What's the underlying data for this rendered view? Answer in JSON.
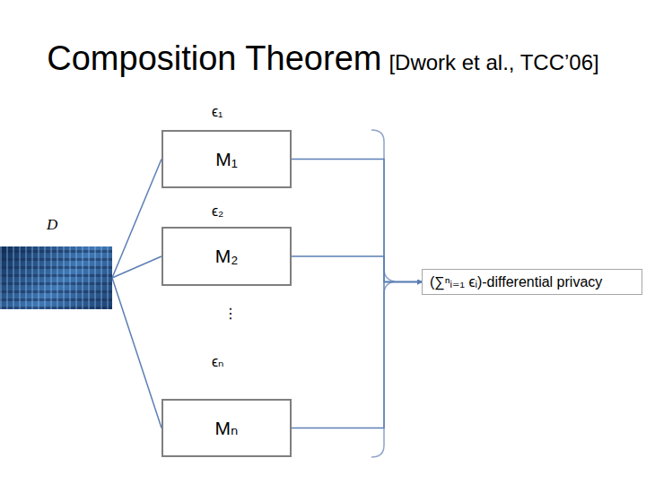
{
  "diagram": {
    "title": "Composition Theorem",
    "nodes": [
      {
        "text": [
          "D"
        ]
      },
      {
        "text": [
          "M₁"
        ]
      },
      {
        "text": [
          "M₂"
        ]
      },
      {
        "text": [
          "Mₙ"
        ]
      },
      {
        "text": [
          "(∑ⁿᵢ₌₁ ϵᵢ)-differential privacy"
        ]
      }
    ],
    "edges": [
      {
        "from": 0,
        "to": 1,
        "arrow": "none"
      },
      {
        "from": 0,
        "to": 2,
        "arrow": "none"
      },
      {
        "from": 0,
        "to": 3,
        "arrow": "none"
      },
      {
        "from": 1,
        "to": 4,
        "arrow": "to"
      },
      {
        "from": 2,
        "to": 4,
        "arrow": "to"
      },
      {
        "from": 3,
        "to": 4,
        "arrow": "to"
      }
    ],
    "labels": [
      "[Dwork et al., TCC’06]",
      "ϵ₁",
      "ϵ₂",
      "⋮",
      "ϵₙ"
    ]
  }
}
